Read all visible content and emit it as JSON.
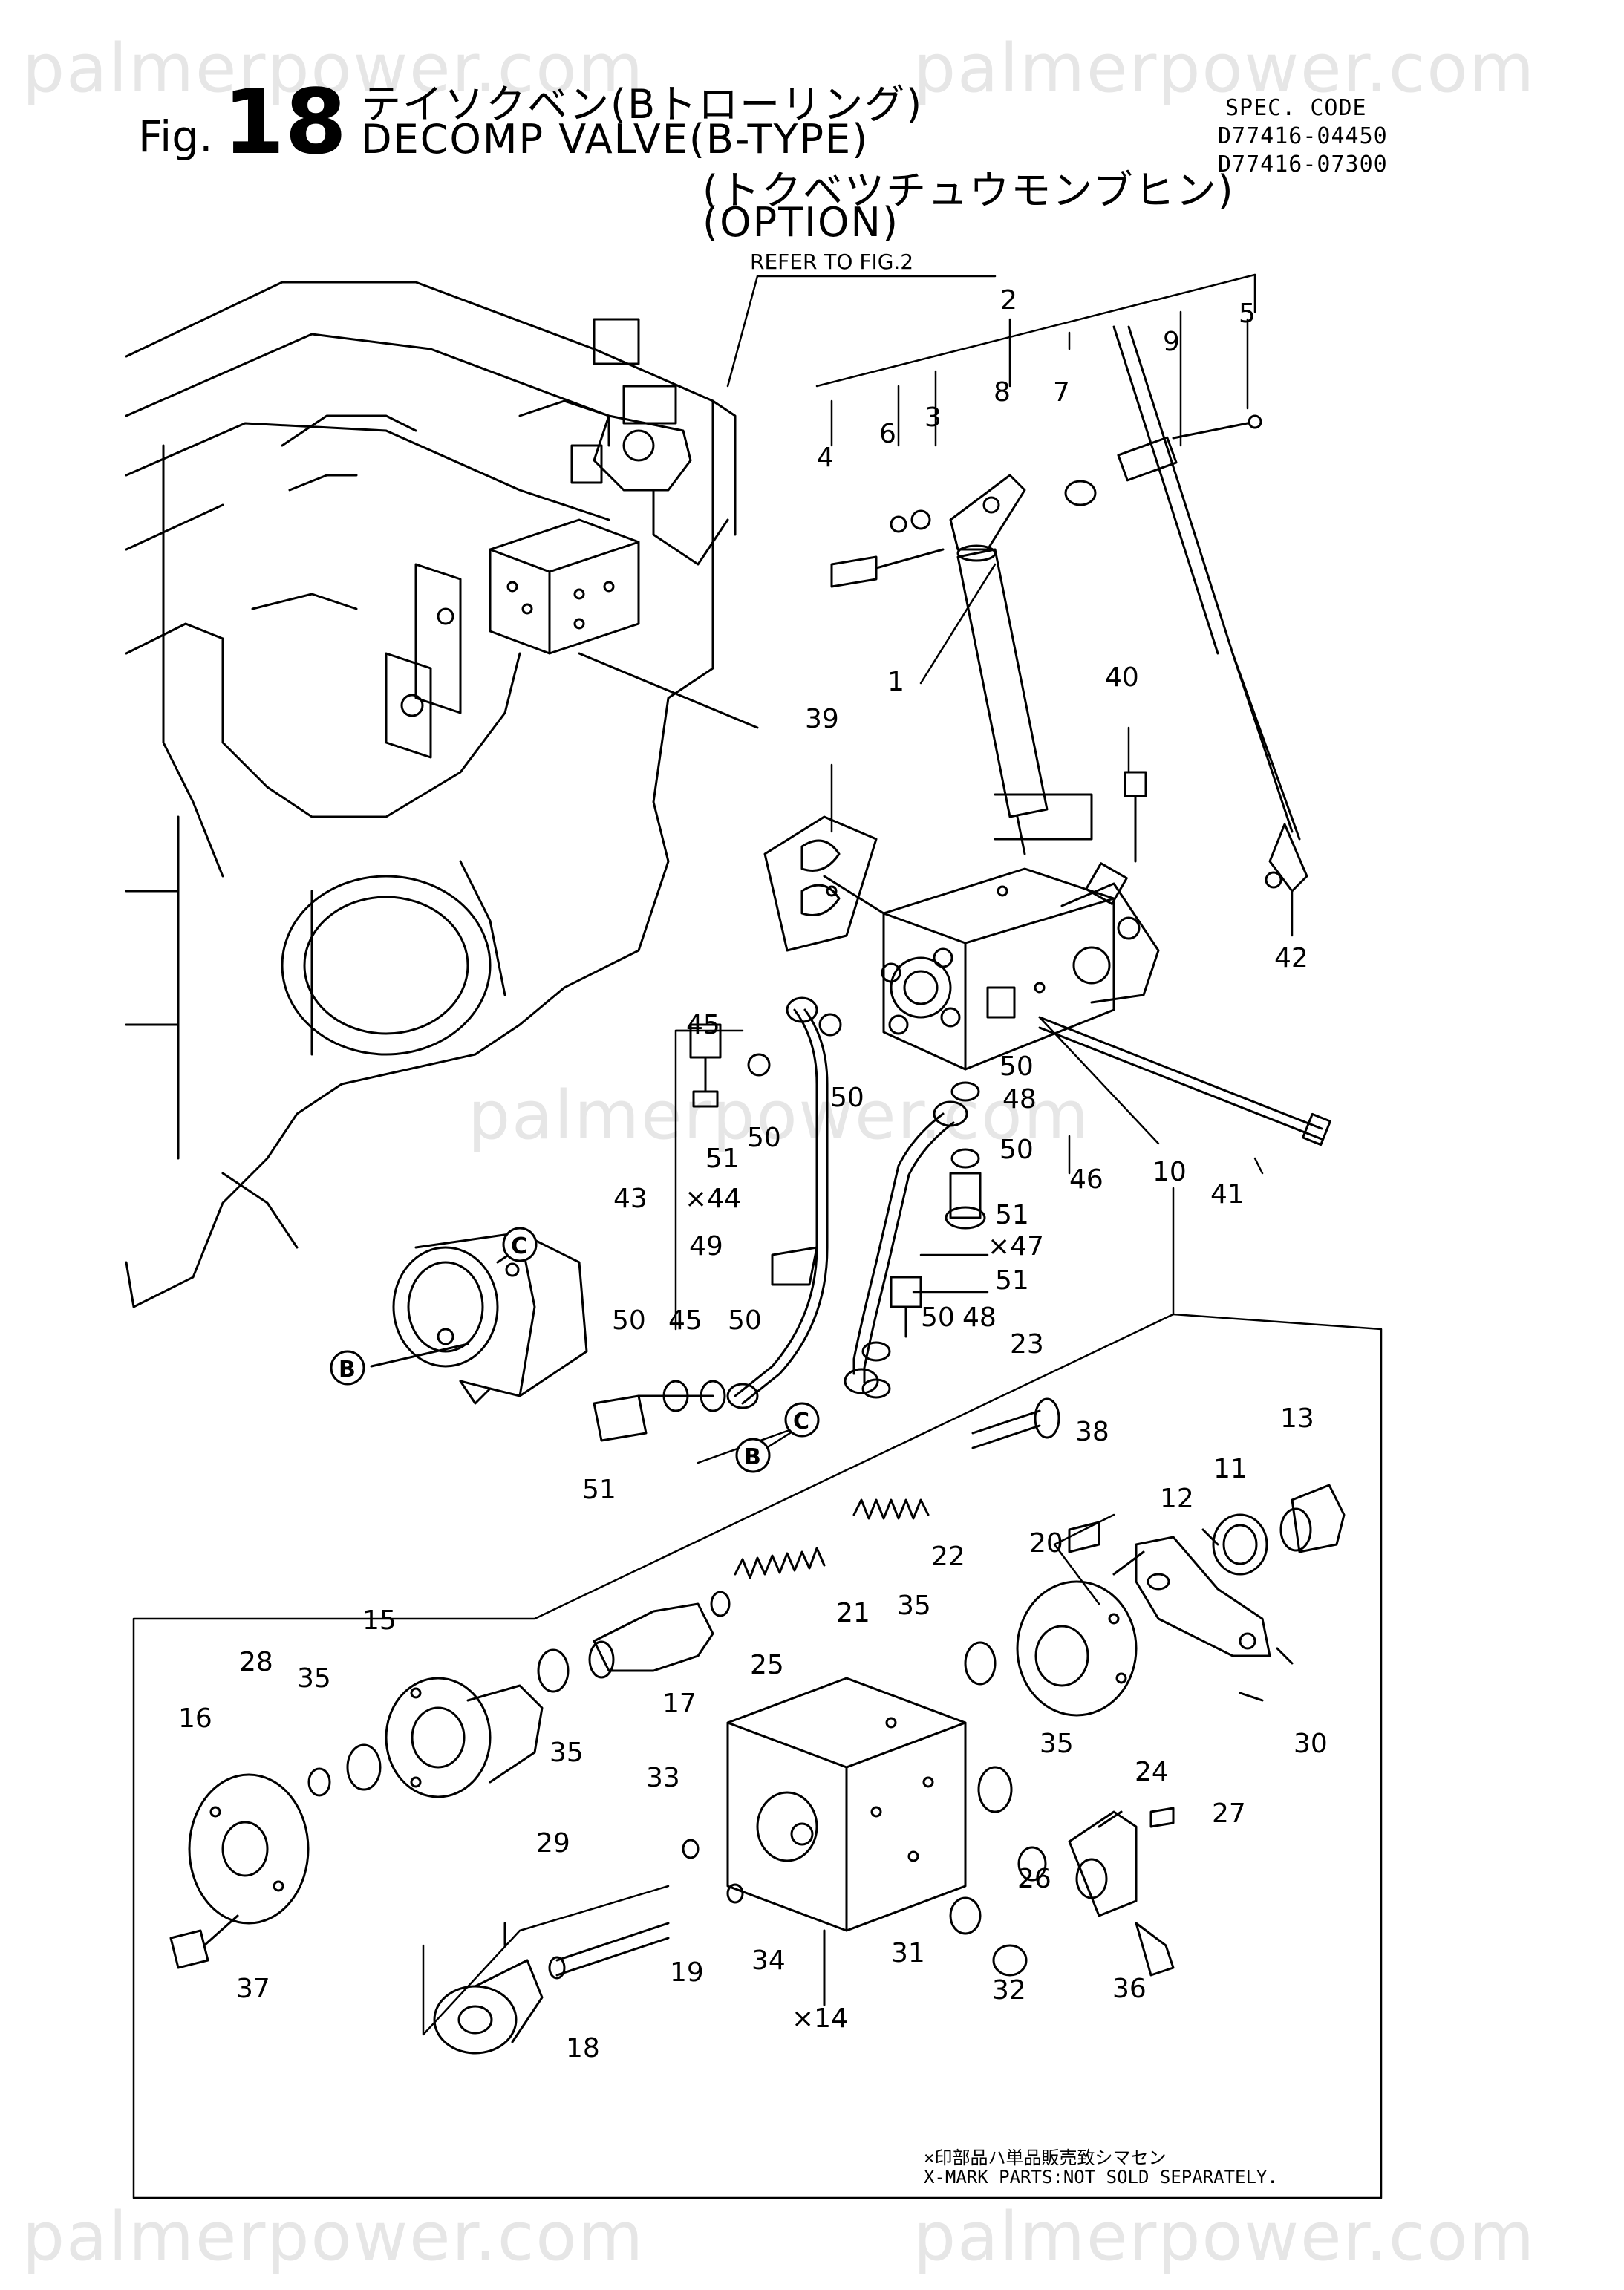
{
  "watermarks": [
    "palmerpower.com",
    "palmerpower.com",
    "palmerpower.com",
    "palmerpower.com",
    "palmerpower.com"
  ],
  "header": {
    "fig_label": "Fig.",
    "fig_number": "18",
    "title_jp": "テイソクベン(Bトローリング)",
    "title_en": "DECOMP VALVE(B-TYPE)",
    "subtitle_jp": "(トクベツチュウモンブヒン)",
    "subtitle_en": "(OPTION)"
  },
  "spec": {
    "label": "SPEC. CODE",
    "codes": [
      "D77416-04450",
      "D77416-07300"
    ]
  },
  "refer": "REFER TO FIG.2",
  "callouts": [
    "1",
    "2",
    "3",
    "4",
    "5",
    "6",
    "7",
    "8",
    "9",
    "10",
    "11",
    "12",
    "13",
    "×14",
    "15",
    "16",
    "17",
    "18",
    "19",
    "20",
    "21",
    "22",
    "23",
    "24",
    "25",
    "26",
    "27",
    "28",
    "29",
    "30",
    "31",
    "32",
    "33",
    "34",
    "35",
    "36",
    "37",
    "38",
    "39",
    "40",
    "41",
    "42",
    "43",
    "×44",
    "45",
    "46",
    "×47",
    "48",
    "49",
    "50",
    "51",
    "B",
    "C"
  ],
  "footnote": {
    "jp": "×印部品ハ単品販売致シマセン",
    "en": "X-MARK PARTS:NOT SOLD SEPARATELY."
  }
}
